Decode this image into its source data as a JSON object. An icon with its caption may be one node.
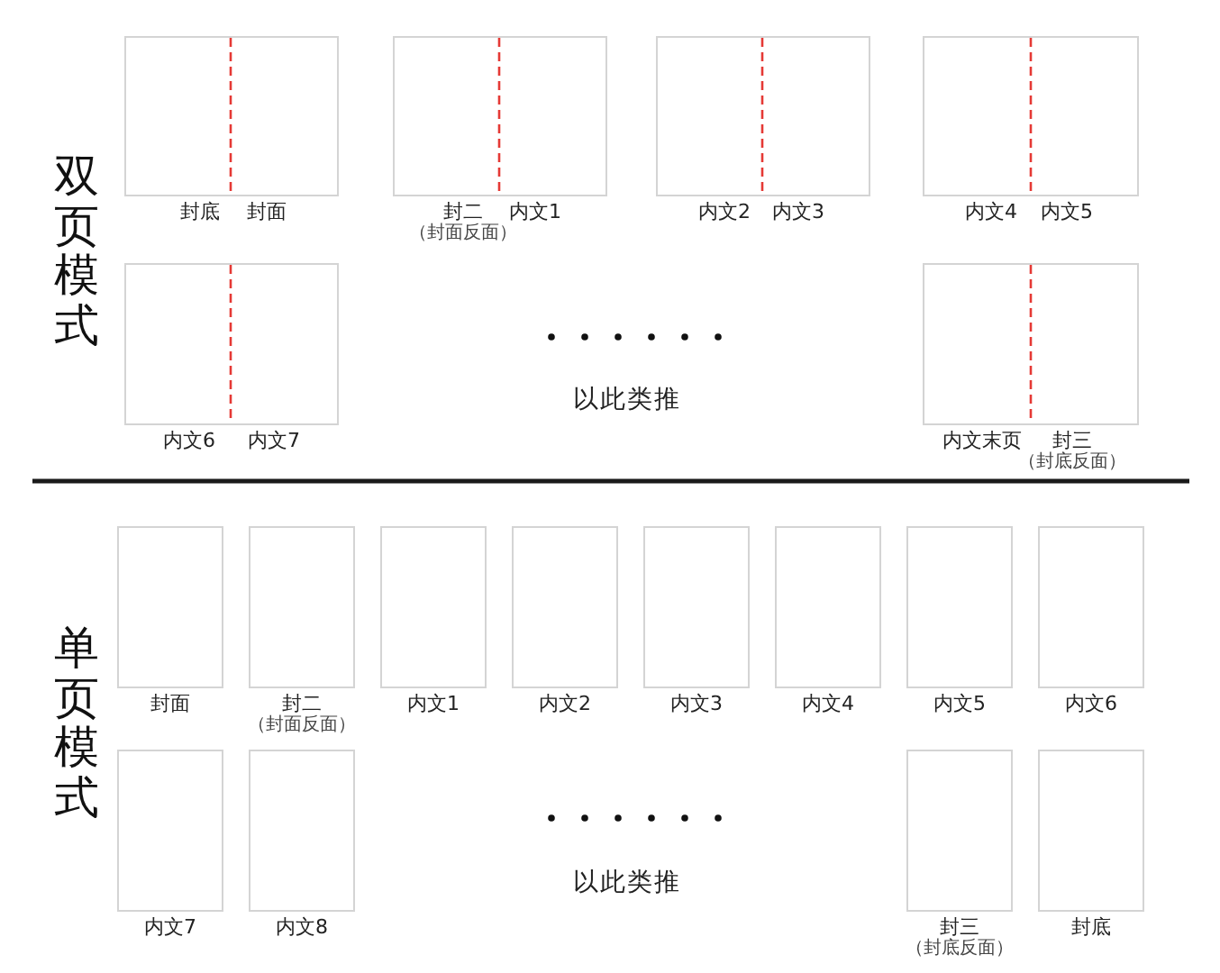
{
  "diagram": {
    "nodes": [
      {
        "text": [
          "封底",
          "封面"
        ]
      },
      {
        "text": [
          "封二",
          "内文1"
        ],
        "beside": [
          "（封面反面）"
        ]
      },
      {
        "text": [
          "内文2",
          "内文3"
        ]
      },
      {
        "text": [
          "内文4",
          "内文5"
        ]
      },
      {
        "text": [
          "内文6",
          "内文7"
        ]
      },
      {
        "text": [
          "内文末页",
          "封三"
        ],
        "beside": [
          "（封底反面）"
        ]
      },
      {
        "text": [
          "封面"
        ]
      },
      {
        "text": [
          "封二"
        ],
        "beside": [
          "（封面反面）"
        ]
      },
      {
        "text": [
          "内文1"
        ]
      },
      {
        "text": [
          "内文2"
        ]
      },
      {
        "text": [
          "内文3"
        ]
      },
      {
        "text": [
          "内文4"
        ]
      },
      {
        "text": [
          "内文5"
        ]
      },
      {
        "text": [
          "内文6"
        ]
      },
      {
        "text": [
          "内文7"
        ]
      },
      {
        "text": [
          "内文8"
        ]
      },
      {
        "text": [
          "封三"
        ],
        "beside": [
          "（封底反面）"
        ]
      },
      {
        "text": [
          "封底"
        ]
      }
    ],
    "labels": [
      "双页模式",
      "以此类推",
      "单页模式",
      "以此类推"
    ]
  }
}
